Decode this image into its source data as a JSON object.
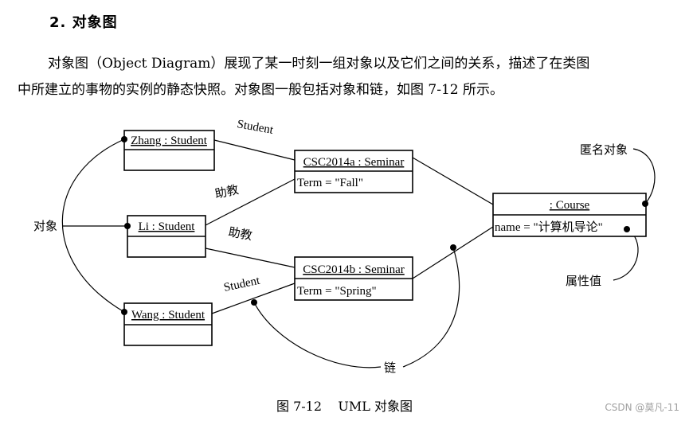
{
  "section": {
    "number": "2.",
    "title": "对象图"
  },
  "paragraph": {
    "line1": "对象图（Object Diagram）展现了某一时刻一组对象以及它们之间的关系，描述了在类图",
    "line2": "中所建立的事物的实例的静态快照。对象图一般包括对象和链，如图 7-12 所示。"
  },
  "diagram": {
    "objects": {
      "zhang": {
        "name": "Zhang : Student",
        "attr": ""
      },
      "li": {
        "name": "Li : Student",
        "attr": ""
      },
      "wang": {
        "name": "Wang : Student",
        "attr": ""
      },
      "csc2014a": {
        "name": "CSC2014a : Seminar",
        "attr": "Term = \"Fall\""
      },
      "csc2014b": {
        "name": "CSC2014b : Seminar",
        "attr": "Term = \"Spring\""
      },
      "course": {
        "name": ": Course",
        "attr": "name = \"计算机导论\""
      }
    },
    "link_labels": {
      "zhang_a": "Student",
      "li_a": "助教",
      "li_b": "助教",
      "wang_b": "Student"
    },
    "annotations": {
      "object": "对象",
      "anonymous_object": "匿名对象",
      "attribute_value": "属性值",
      "link": "链"
    }
  },
  "caption": {
    "figure": "图 7-12",
    "title": "UML 对象图"
  },
  "watermark": "CSDN @莫凡-11"
}
